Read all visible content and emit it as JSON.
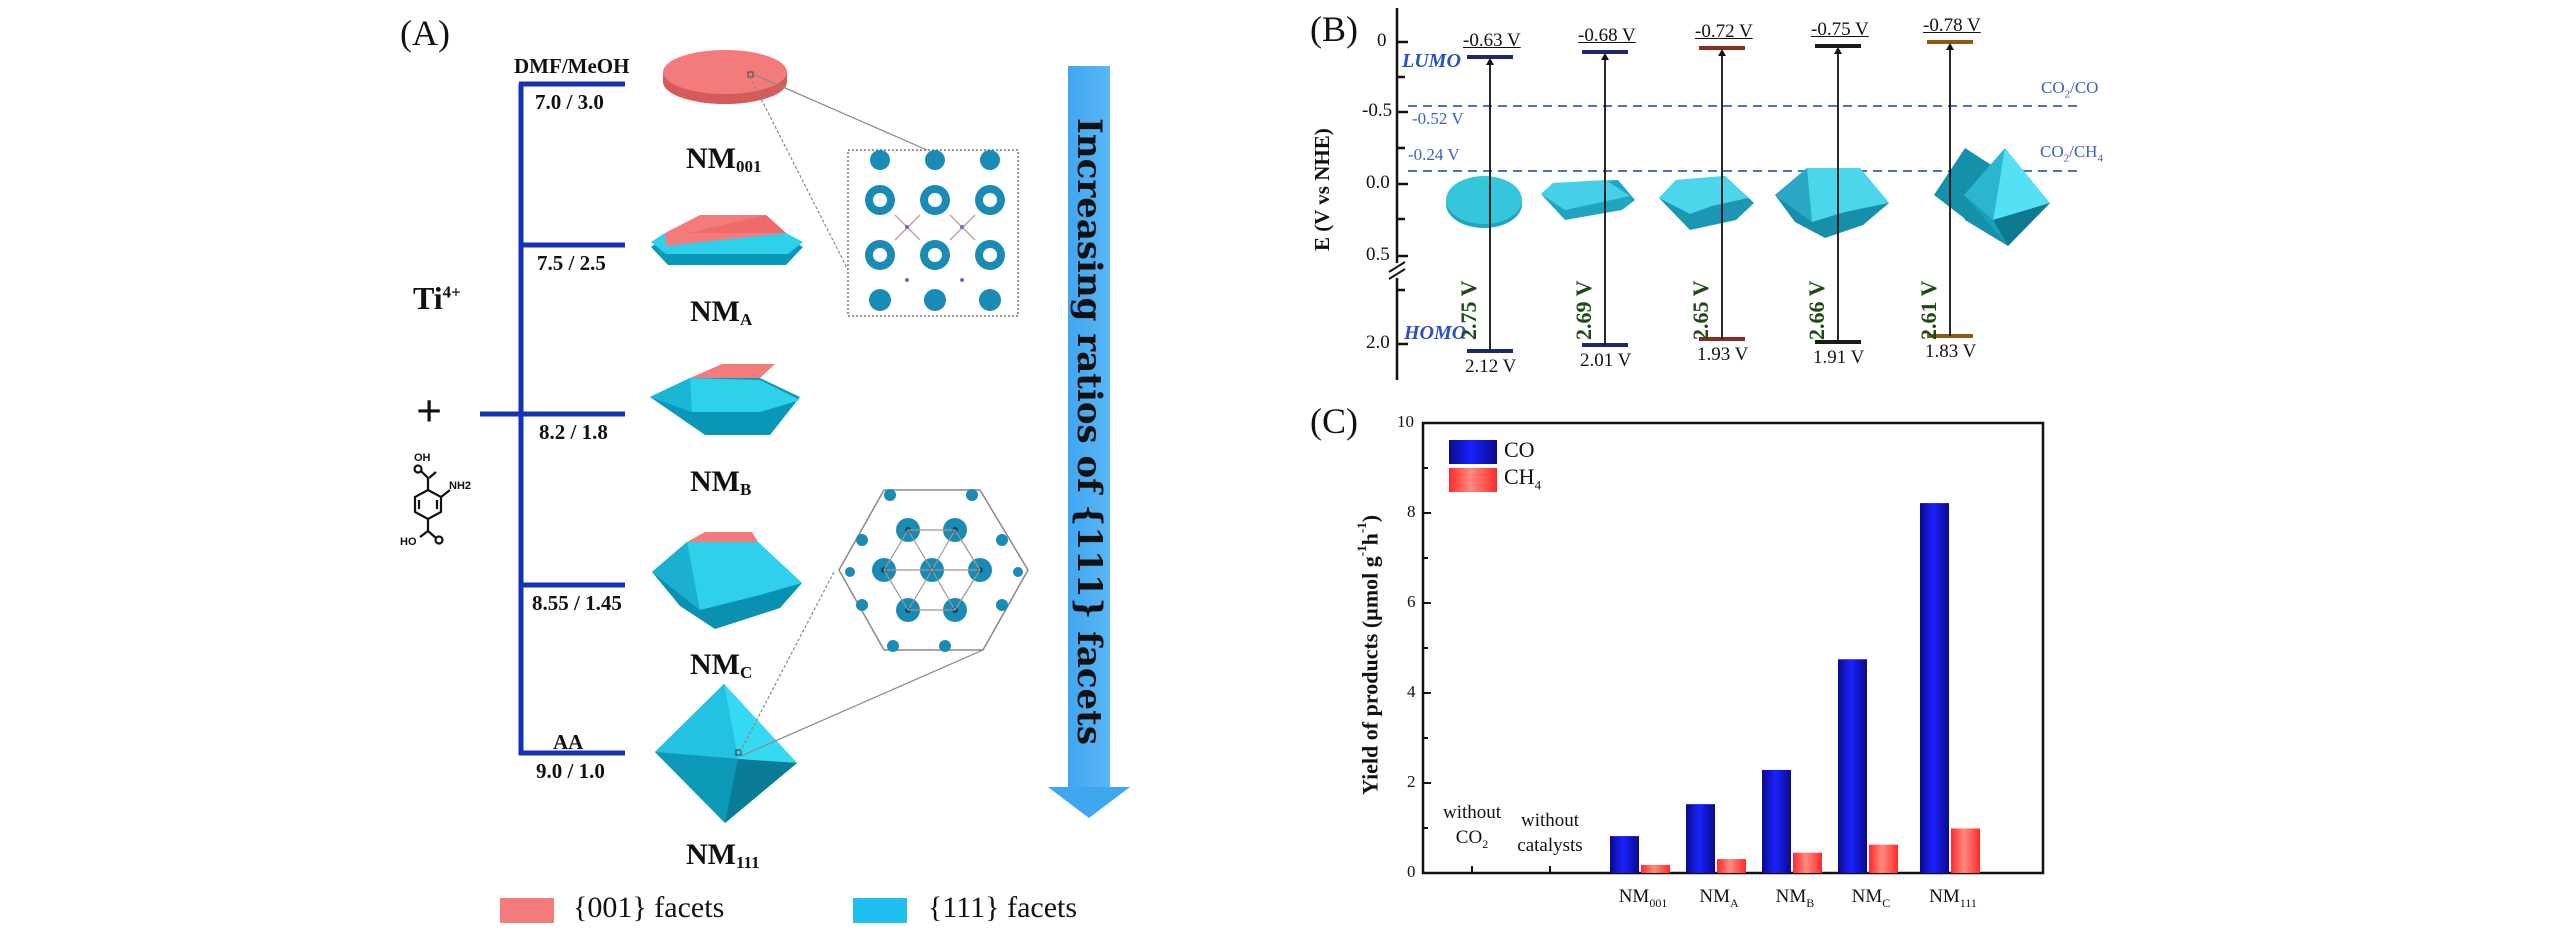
{
  "panel_a": {
    "label": "(A)",
    "reactants": {
      "metal": "Ti",
      "metal_charge": "4+",
      "plus": "+",
      "linker_groups": [
        "OH",
        "NH2",
        "HO"
      ]
    },
    "solvent_header": "DMF/MeOH",
    "modulator_header": "AA",
    "branches": [
      {
        "ratio": "7.0 / 3.0",
        "sample": "NM",
        "sub": "001",
        "shape": "disk"
      },
      {
        "ratio": "7.5 / 2.5",
        "sample": "NM",
        "sub": "A",
        "shape": "flat-truncated-octahedron"
      },
      {
        "ratio": "8.2 / 1.8",
        "sample": "NM",
        "sub": "B",
        "shape": "truncated-octahedron"
      },
      {
        "ratio": "8.55 / 1.45",
        "sample": "NM",
        "sub": "C",
        "shape": "slightly-truncated-octahedron"
      },
      {
        "ratio": "9.0 / 1.0",
        "sample": "NM",
        "sub": "111",
        "shape": "octahedron"
      }
    ],
    "arrow_text": "Increasing ratios of {111} facets",
    "legend": [
      {
        "label": "{001} facets",
        "color": "#f47b7b"
      },
      {
        "label": "{111} facets",
        "color": "#1fbff2"
      }
    ],
    "colors": {
      "branch_line": "#1432b4",
      "arrow": "#3fa6f0",
      "facet_001": "#f47b7b",
      "facet_111": "#27d6f0"
    }
  },
  "panel_b": {
    "label": "(B)",
    "ylabel": "E (V vs NHE)",
    "ticks": [
      "0",
      "-0.5",
      "0.0",
      "0.5",
      "2.0"
    ],
    "lumo_label": "LUMO",
    "homo_label": "HOMO",
    "redox": [
      {
        "label": "CO",
        "prefix": "CO",
        "sub": "2",
        "suffix": "/CO",
        "potential_label": "-0.52 V",
        "potential": -0.52
      },
      {
        "label": "CH4",
        "prefix": "CO",
        "sub": "2",
        "suffix": "/CH",
        "sub2": "4",
        "potential_label": "-0.24 V",
        "potential": -0.24
      }
    ],
    "samples": [
      {
        "name": "NM001",
        "lumo": "-0.63 V",
        "homo": "2.12 V",
        "gap": "2.75 V",
        "color": "#1a2a6e"
      },
      {
        "name": "NMA",
        "lumo": "-0.68 V",
        "homo": "2.01 V",
        "gap": "2.69 V",
        "color": "#1a2a6e"
      },
      {
        "name": "NMB",
        "lumo": "-0.72 V",
        "homo": "1.93 V",
        "gap": "2.65 V",
        "color": "#8b2a1e"
      },
      {
        "name": "NMC",
        "lumo": "-0.75 V",
        "homo": "1.91 V",
        "gap": "2.66 V",
        "color": "#1a1a1a"
      },
      {
        "name": "NM111",
        "lumo": "-0.78 V",
        "homo": "1.83 V",
        "gap": "2.61 V",
        "color": "#8b5a14"
      }
    ]
  },
  "panel_c": {
    "label": "(C)"
  },
  "chart_data": {
    "type": "bar",
    "title": "",
    "xlabel": "",
    "ylabel": "Yield of products (µmol g-1h-1)",
    "ylabel_parts": {
      "main": "Yield of products (µmol g",
      "sup1": "-1",
      "h": "h",
      "sup2": "-1",
      "close": ")"
    },
    "ylim": [
      0,
      10
    ],
    "yticks": [
      0,
      2,
      4,
      6,
      8,
      10
    ],
    "categories": [
      "without CO2",
      "without catalysts",
      "NM001",
      "NMA",
      "NMB",
      "NMC",
      "NM111"
    ],
    "category_labels": [
      {
        "line1": "without",
        "line2": "CO",
        "sub": "2"
      },
      {
        "line1": "without",
        "line2": "catalysts",
        "sub": ""
      },
      {
        "main": "NM",
        "sub": "001"
      },
      {
        "main": "NM",
        "sub": "A"
      },
      {
        "main": "NM",
        "sub": "B"
      },
      {
        "main": "NM",
        "sub": "C"
      },
      {
        "main": "NM",
        "sub": "111"
      }
    ],
    "series": [
      {
        "name": "CO",
        "label_main": "CO",
        "label_sub": "",
        "color": "#1a1ef0",
        "values": [
          0,
          0,
          0.82,
          1.53,
          2.29,
          4.75,
          8.22
        ]
      },
      {
        "name": "CH4",
        "label_main": "CH",
        "label_sub": "4",
        "color": "#ff5a5a",
        "values": [
          0,
          0,
          0.18,
          0.31,
          0.45,
          0.63,
          0.99
        ]
      }
    ],
    "legend_position": "top-left",
    "grid": false
  }
}
